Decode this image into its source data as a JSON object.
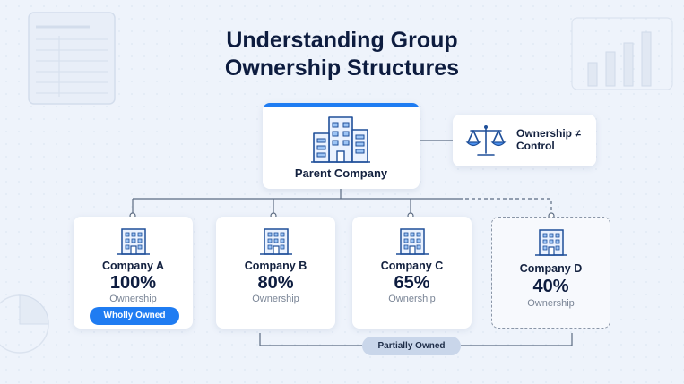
{
  "title": {
    "line1": "Understanding Group",
    "line2": "Ownership Structures"
  },
  "parent": {
    "label": "Parent Company",
    "icon": "building-icon",
    "accent": "#1f7cf2"
  },
  "note": {
    "label": "Ownership ≠ Control",
    "icon": "balance-scale-icon"
  },
  "companies": [
    {
      "name": "Company A",
      "percent": "100%",
      "caption": "Ownership",
      "badge": "Wholly Owned"
    },
    {
      "name": "Company B",
      "percent": "80%",
      "caption": "Ownership"
    },
    {
      "name": "Company C",
      "percent": "65%",
      "caption": "Ownership"
    },
    {
      "name": "Company D",
      "percent": "40%",
      "caption": "Ownership",
      "style": "dashed"
    }
  ],
  "group_label": "Partially Owned",
  "colors": {
    "background": "#eef3fb",
    "accent": "#1f7cf2",
    "icon_stroke": "#1f4f99",
    "connector": "#5b6b82",
    "pill": "#c9d6ea"
  }
}
